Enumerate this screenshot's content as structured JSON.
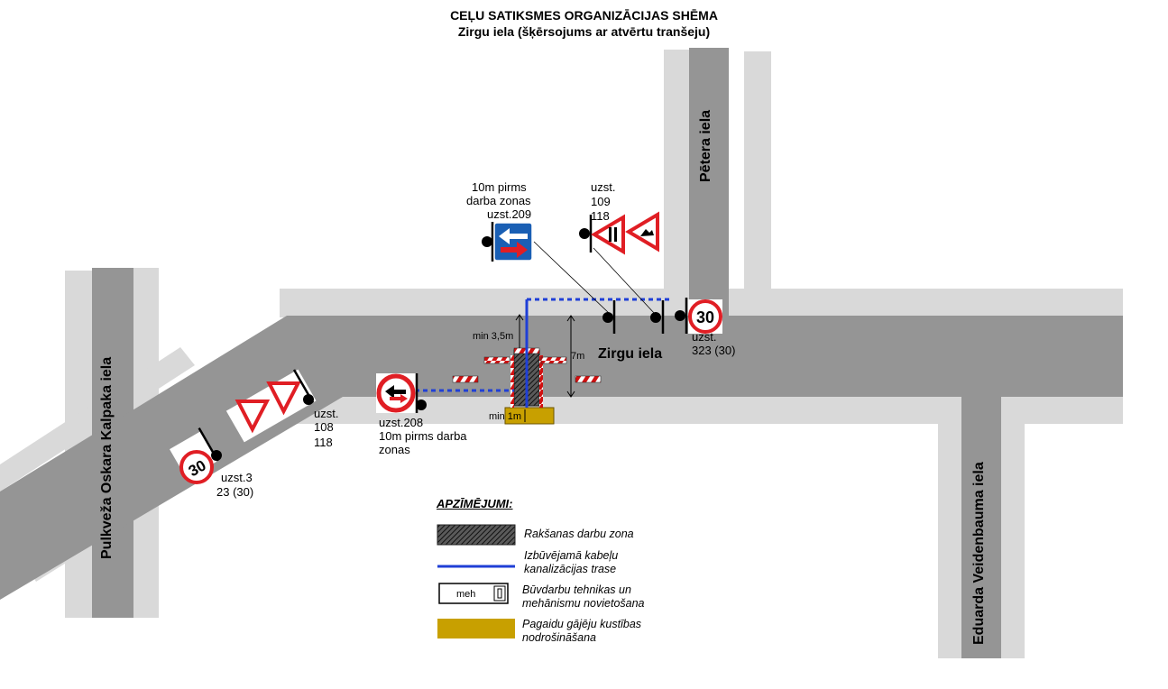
{
  "title": {
    "line1": "CEĻU SATIKSMES ORGANIZĀCIJAS SHĒMA",
    "line2": "Zirgu iela (šķērsojums ar atvērtu tranšeju)"
  },
  "streets": {
    "zirgu": "Zirgu iela",
    "petera": "Pētera iela",
    "kalpaka": "Pulkveža Oskara Kalpaka iela",
    "veidenbauma": "Eduarda Veidenbauma iela"
  },
  "signs": {
    "s209": {
      "note1": "10m pirms",
      "note2": "darba zonas",
      "code": "uzst.209"
    },
    "s109": {
      "l1": "uzst.",
      "l2": "109",
      "l3": "118"
    },
    "s323": {
      "l1": "uzst.",
      "l2": "323 (30)",
      "speed": "30"
    },
    "s208": {
      "l1": "uzst.208",
      "l2": "10m pirms darba",
      "l3": "zonas"
    },
    "s108": {
      "l1": "uzst.",
      "l2": "108",
      "l3": "118"
    },
    "s323b": {
      "l1": "uzst.3",
      "l2": "23 (30)",
      "speed": "30"
    }
  },
  "dimensions": {
    "min35": "min 3,5m",
    "seven": "7m",
    "min1": "min 1m"
  },
  "legend": {
    "header": "APZĪMĒJUMI:",
    "items": [
      {
        "key": "dig",
        "l1": "Rakšanas darbu zona",
        "l2": ""
      },
      {
        "key": "cable",
        "l1": "Izbūvējamā kabeļu",
        "l2": "kanalizācijas trase"
      },
      {
        "key": "vehicle",
        "l1": "Būvdarbu tehnikas un",
        "l2": "mehānismu novietošana",
        "vehicle_label": "meh"
      },
      {
        "key": "sidewalk",
        "l1": "Pagaidu gājēju kustības",
        "l2": "nodrošināšana"
      }
    ]
  },
  "colors": {
    "road": "#959595",
    "sidewalk": "#d9d9d9",
    "cable": "#1f3fd6",
    "sidewalk_temp": "#c8a000",
    "sign_red": "#e01e24",
    "sign_blue": "#1a5fb4"
  }
}
